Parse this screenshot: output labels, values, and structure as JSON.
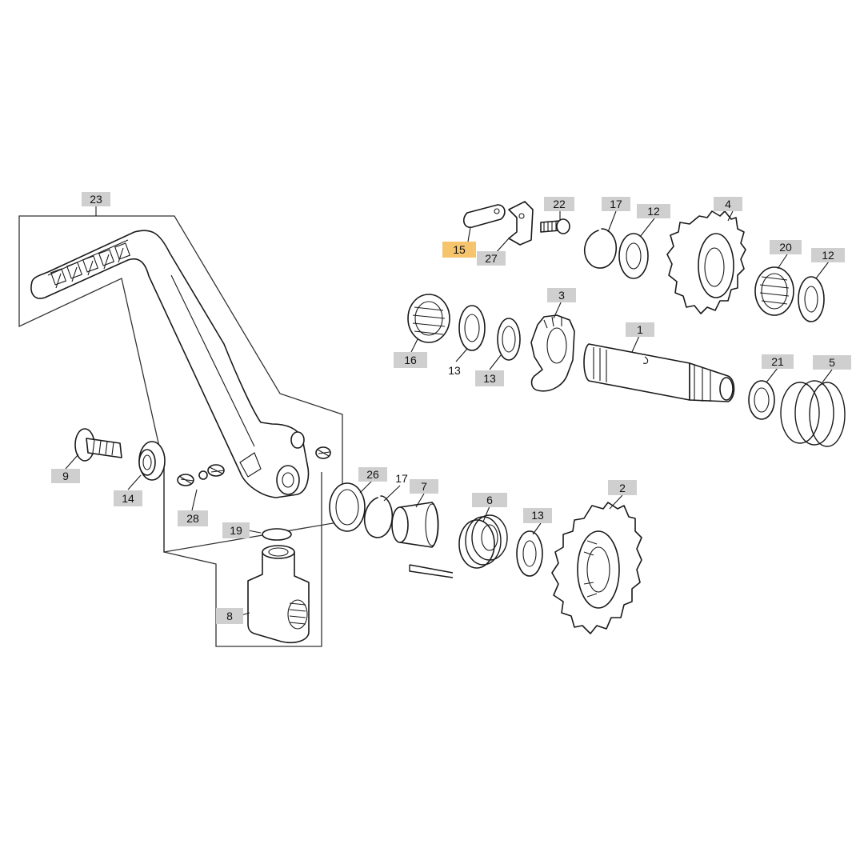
{
  "colors": {
    "callout_fill": "#cfcfcf",
    "callout_highlight": "#f6c46c",
    "line": "#1a1a1a"
  },
  "highlighted_part": "15",
  "callouts": {
    "c23": "23",
    "c22": "22",
    "c17a": "17",
    "c12a": "12",
    "c4": "4",
    "c15": "15",
    "c27": "27",
    "c20": "20",
    "c12b": "12",
    "c3": "3",
    "c1": "1",
    "c16": "16",
    "c13a": "13",
    "c13b": "13",
    "c21": "21",
    "c5": "5",
    "c9": "9",
    "c14": "14",
    "c28": "28",
    "c26": "26",
    "c17b": "17",
    "c7": "7",
    "c6": "6",
    "c13c": "13",
    "c2": "2",
    "c19": "19",
    "c8": "8"
  }
}
